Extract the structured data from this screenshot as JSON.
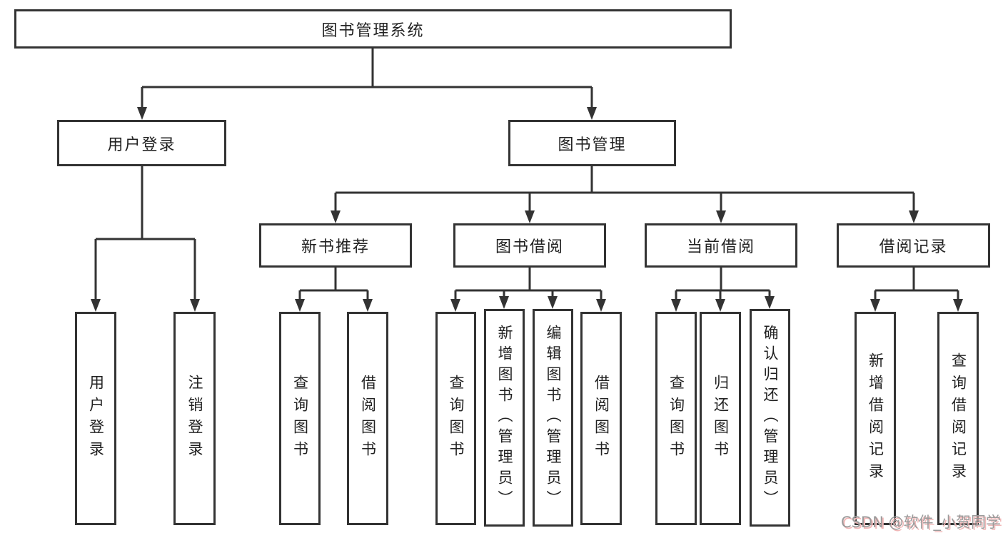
{
  "tree": {
    "root": {
      "label": "图书管理系统",
      "children": [
        {
          "label": "用户登录",
          "children": [
            {
              "label": "用户登录"
            },
            {
              "label": "注销登录"
            }
          ]
        },
        {
          "label": "图书管理",
          "children": [
            {
              "label": "新书推荐",
              "children": [
                {
                  "label": "查询图书"
                },
                {
                  "label": "借阅图书"
                }
              ]
            },
            {
              "label": "图书借阅",
              "children": [
                {
                  "label": "查询图书"
                },
                {
                  "label": "新增图书（管理员）"
                },
                {
                  "label": "编辑图书（管理员）"
                },
                {
                  "label": "借阅图书"
                }
              ]
            },
            {
              "label": "当前借阅",
              "children": [
                {
                  "label": "查询图书"
                },
                {
                  "label": "归还图书"
                },
                {
                  "label": "确认归还（管理员）"
                }
              ]
            },
            {
              "label": "借阅记录",
              "children": [
                {
                  "label": "新增借阅记录"
                },
                {
                  "label": "查询借阅记录"
                }
              ]
            }
          ]
        }
      ]
    }
  },
  "watermark": {
    "text": "CSDN @软件_小贺同学"
  },
  "colors": {
    "background": "#ffffff",
    "line": "#333333",
    "box_border": "#333333",
    "text": "#212121",
    "watermark_text": "#9b9b9b",
    "watermark_shadow": "#f1b8b8"
  }
}
